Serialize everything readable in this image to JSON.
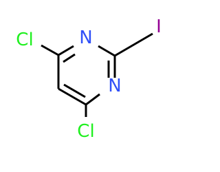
{
  "molecule": {
    "atoms": [
      {
        "id": "n1",
        "label": "N"
      },
      {
        "id": "n3",
        "label": "N"
      },
      {
        "id": "cl4",
        "label": "Cl"
      },
      {
        "id": "cl6",
        "label": "Cl"
      },
      {
        "id": "i2",
        "label": "I"
      }
    ],
    "colors": {
      "nitrogen": "#3050F8",
      "chlorine": "#1FF01F",
      "iodine": "#940094",
      "bond": "#000000"
    }
  }
}
